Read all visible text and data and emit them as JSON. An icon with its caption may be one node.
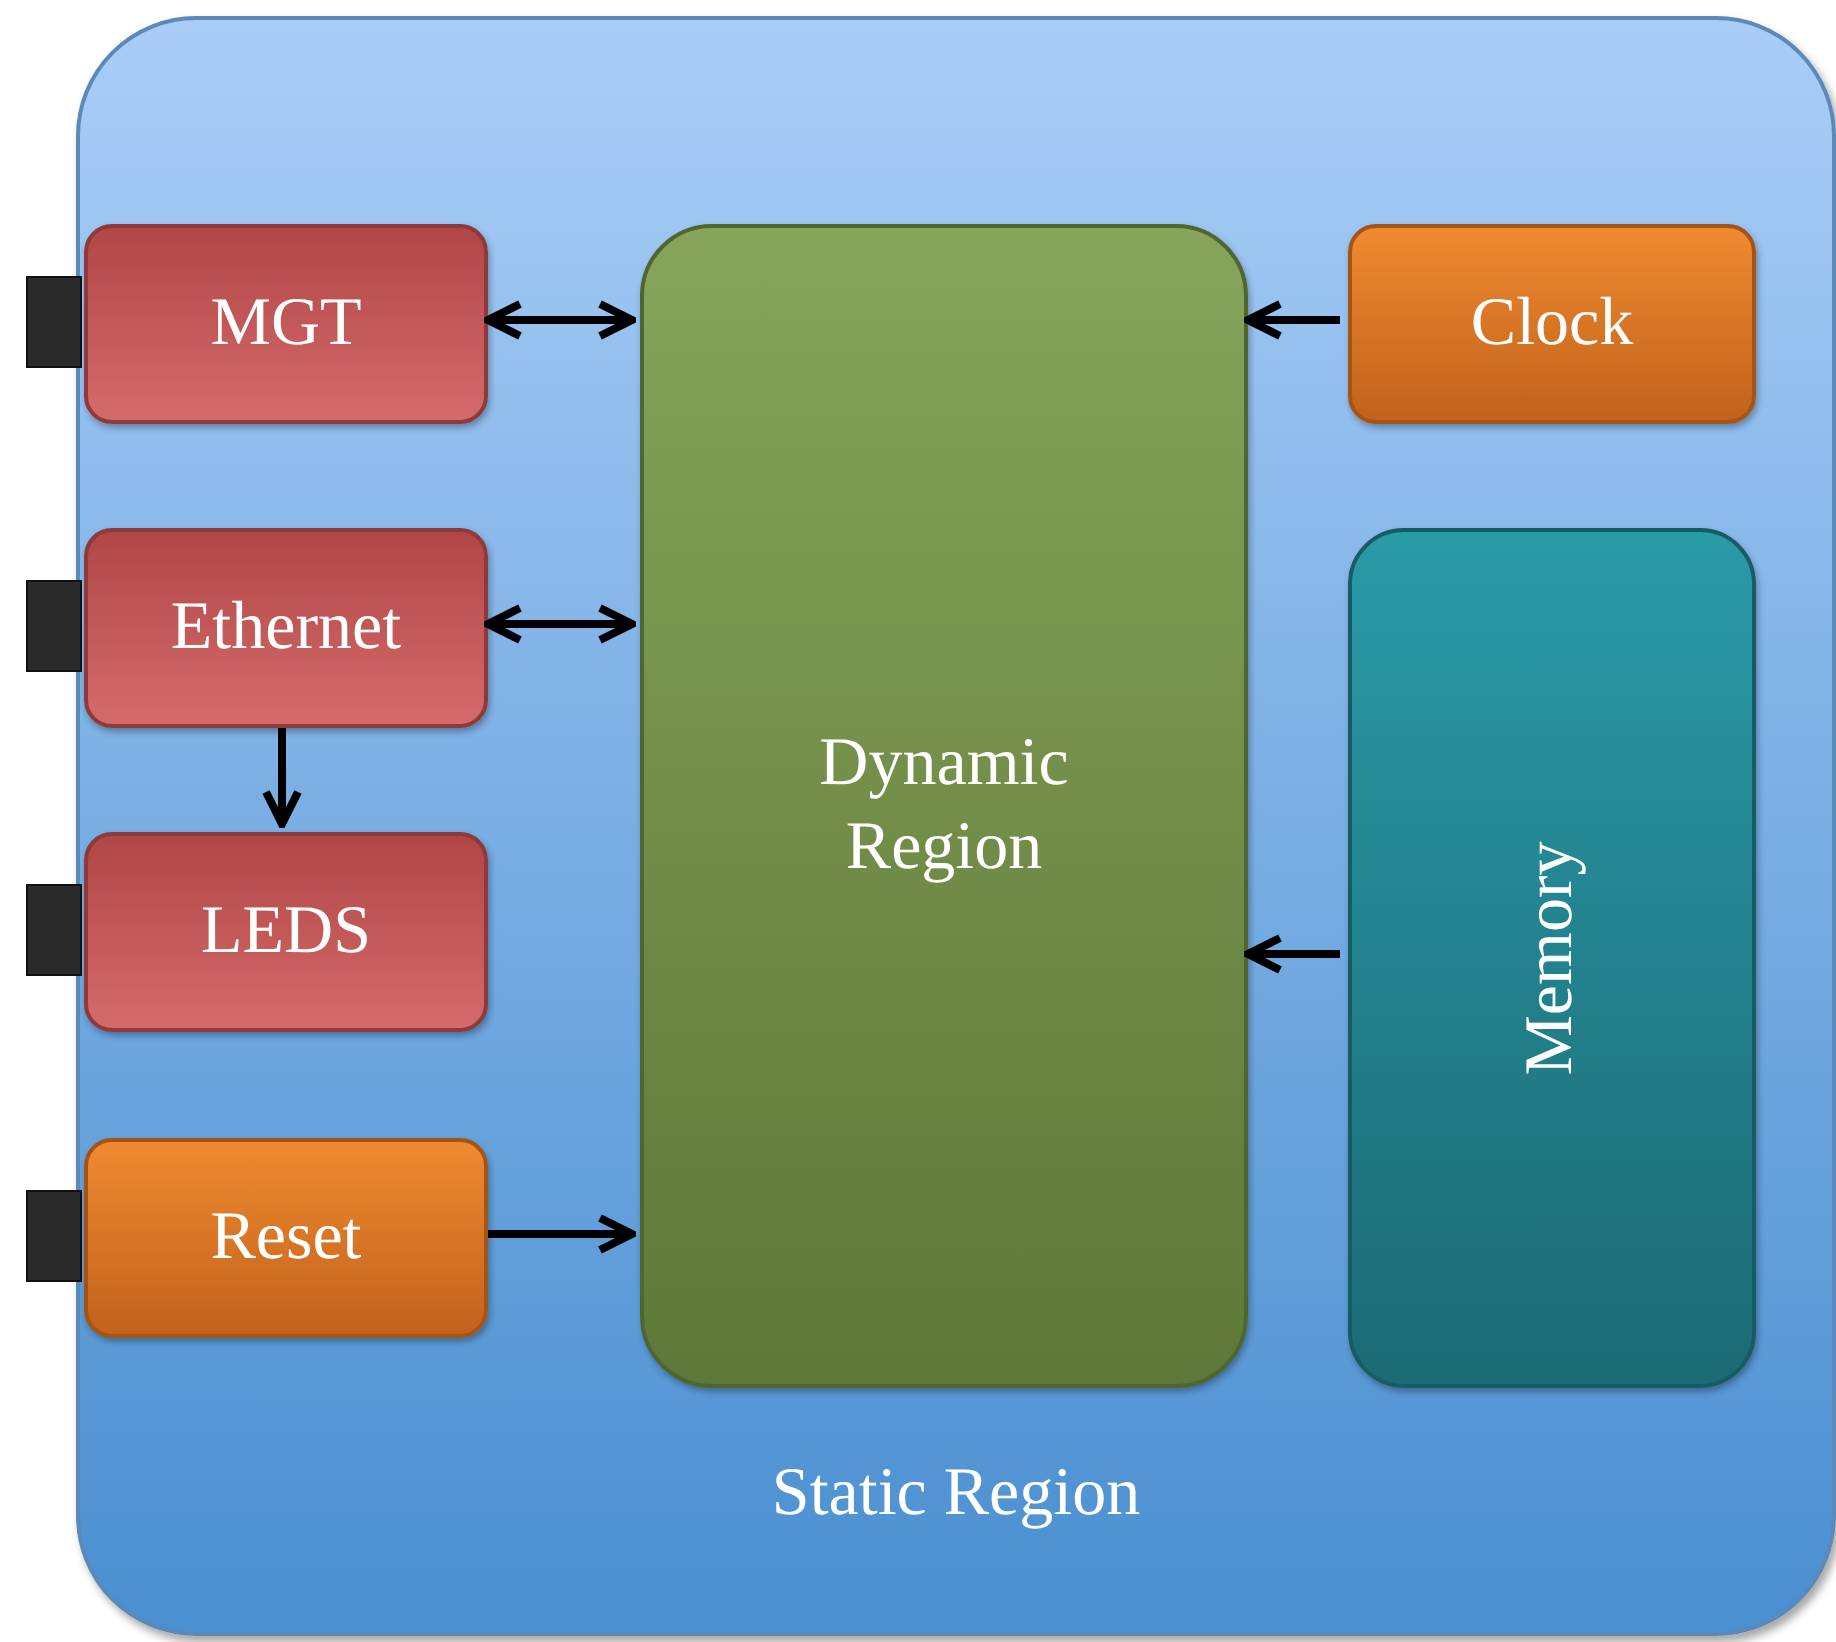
{
  "diagram": {
    "nodes": [
      {
        "text": [
          "Static Region"
        ]
      },
      {
        "text": [
          "MGT"
        ],
        "in": 0
      },
      {
        "text": [
          "Ethernet"
        ],
        "in": 0
      },
      {
        "text": [
          "LEDS"
        ],
        "in": 0
      },
      {
        "text": [
          "Reset"
        ],
        "in": 0
      },
      {
        "text": [
          "Dynamic Region"
        ],
        "in": 0
      },
      {
        "text": [
          "Clock"
        ],
        "in": 0
      },
      {
        "text": [
          "Memory"
        ],
        "in": 0
      }
    ],
    "edges": [
      {
        "from": 1,
        "to": 5,
        "arrow": "both"
      },
      {
        "from": 2,
        "to": 5,
        "arrow": "both"
      },
      {
        "from": 2,
        "to": 3,
        "arrow": "to"
      },
      {
        "from": 4,
        "to": 5,
        "arrow": "to"
      },
      {
        "from": 6,
        "to": 5,
        "arrow": "to"
      },
      {
        "from": 7,
        "to": 5,
        "arrow": "to"
      }
    ]
  }
}
